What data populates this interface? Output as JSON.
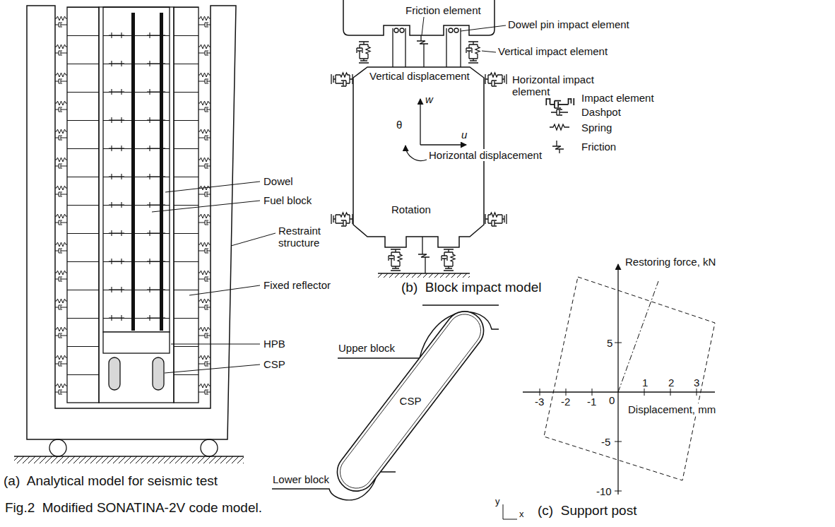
{
  "diagram": {
    "caption": "Fig.2  Modified SONATINA-2V code model.",
    "nodes": [
      {
        "text": [
          "CSP"
        ]
      }
    ],
    "labels": [
      "Dowel",
      "Fuel block",
      "Restraint structure",
      "Fixed reflector",
      "HPB",
      "CSP",
      "(a)  Analytical model for seismic test",
      "Friction element",
      "Dowel pin impact element",
      "Vertical impact element",
      "Vertical displacement",
      "Horizontal impact element",
      "w",
      "u",
      "θ",
      "Horizontal displacement",
      "Rotation",
      "(b)  Block impact model",
      "Upper block",
      "Lower block",
      "y",
      "x",
      "Restoring force, kN",
      "5",
      "0",
      "-5",
      "-10",
      "-3",
      "-2",
      "-1",
      "1",
      "2",
      "3",
      "Displacement, mm",
      "(c)  Support post"
    ],
    "legend": [
      {
        "text": "Impact element"
      },
      {
        "text": "Dashpot"
      },
      {
        "text": "Spring"
      },
      {
        "text": "Friction"
      }
    ]
  }
}
